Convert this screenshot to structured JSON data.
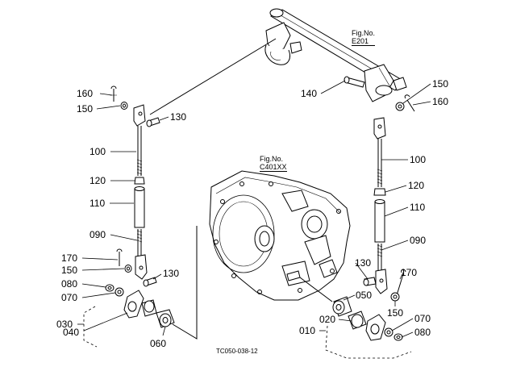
{
  "figure_refs": [
    {
      "heading": "Fig.No.",
      "ref": "E201"
    },
    {
      "heading": "Fig.No.",
      "ref": "C401XX"
    }
  ],
  "callouts": {
    "left": [
      "160",
      "150",
      "130",
      "100",
      "120",
      "110",
      "090",
      "170",
      "150",
      "130",
      "080",
      "070",
      "030",
      "040",
      "060"
    ],
    "right": [
      "140",
      "150",
      "160",
      "100",
      "120",
      "110",
      "090",
      "130",
      "170",
      "050",
      "150",
      "020",
      "070",
      "010",
      "080"
    ]
  },
  "drawing_code": "TC050-038-12"
}
